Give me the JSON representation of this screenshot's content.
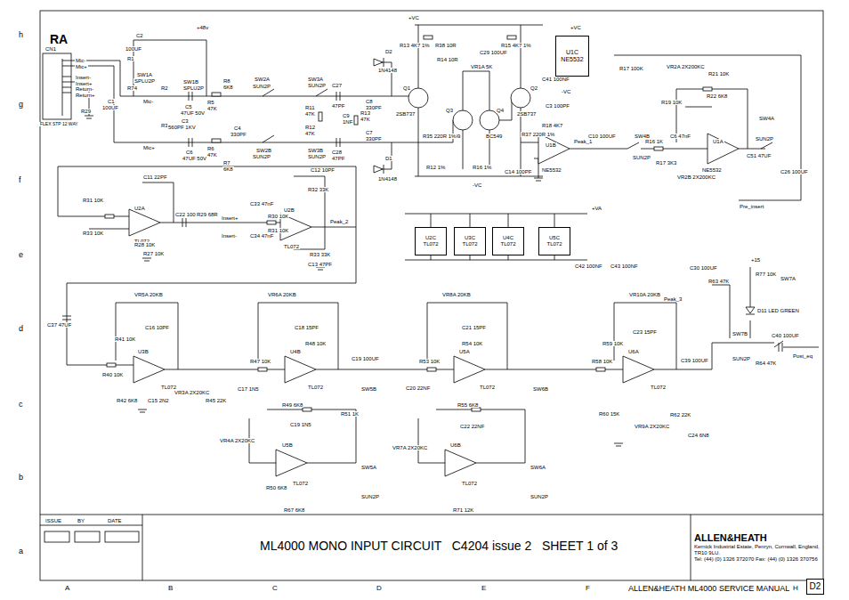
{
  "diagram": {
    "title": "ML4000 MONO INPUT CIRCUIT   C4204 issue 2   SHEET 1 of 3",
    "nodes": [
      {
        "text": [
          "U1C",
          "NE5532"
        ]
      },
      {
        "text": [
          "U2C",
          "TL072"
        ]
      },
      {
        "text": [
          "U3C",
          "TL072"
        ]
      },
      {
        "text": [
          "U4C",
          "TL072"
        ]
      },
      {
        "text": [
          "U5C",
          "TL072"
        ]
      },
      {
        "text": [
          "ALLEN&HEATH",
          "Kernick Industrial Estate, Penryn, Cornwall, England, TR10 9LU.",
          "Tel: (44) (0) 1326 372070   Fax: (44) (0) 1326 370756"
        ]
      },
      {
        "text": [
          "D2"
        ]
      }
    ],
    "labels": [
      "h",
      "g",
      "f",
      "e",
      "d",
      "c",
      "b",
      "a",
      "A",
      "B",
      "C",
      "D",
      "E",
      "F",
      "G",
      "H",
      "RA",
      "CN1",
      "Mic-",
      "Mic+",
      "Insert-",
      "Insert+",
      "Return-",
      "Return+",
      "FLEX STP 12 WAY",
      "R29",
      "C2",
      "100UF",
      "+48v",
      "SW1A",
      "SPLU2P",
      "SW1B",
      "SPLU2P",
      "R1",
      "R74",
      "C1",
      "100UF",
      "Mic-",
      "Mic+",
      "R2",
      "R3",
      "C5",
      "47UF 50V",
      "C3",
      "560PF 1KV",
      "C6",
      "47UF 50V",
      "R5",
      "47K",
      "R6",
      "47K",
      "C4",
      "330PF",
      "R8",
      "6K8",
      "R7",
      "6K8",
      "SW2A",
      "SUN2P",
      "SW2B",
      "SUN2P",
      "SW3A",
      "SUN2P",
      "SW3B",
      "SUN2P",
      "C27",
      "47PF",
      "R11",
      "47K",
      "C9",
      "1NF",
      "R12",
      "47K",
      "C28",
      "47PF",
      "R13",
      "47K",
      "C8",
      "330PF",
      "C7",
      "330PF",
      "D2",
      "1N4148",
      "D1",
      "1N4148",
      "+VC",
      "R13 4K7 1%",
      "R38 10R",
      "R14 10R",
      "VR1A 5K",
      "R15 4K7 1%",
      "C29 100UF",
      "Q1",
      "2SB737",
      "Q3",
      "BC549",
      "Q4",
      "BC549",
      "Q2",
      "2SB737",
      "R35 220R 1%",
      "R37 220R 1%",
      "R12 1%",
      "R16 1%",
      "C14 100PF",
      "-VC",
      "+VC",
      "C41 100NF",
      "-VC",
      "C3 100PF",
      "R18 4K7",
      "U1B",
      "NE5532",
      "Peak_1",
      "C10 100UF",
      "SW4B",
      "SUN2P",
      "R16 1K",
      "R17 3K3",
      "C6 47nF",
      "U1A",
      "NE5532",
      "VR2B 2X200KC",
      "VR2A 2X200KC",
      "R17 100K",
      "R21 10K",
      "R22 6K8",
      "R19 10K",
      "SW4A",
      "SUN2P",
      "C51 47UF",
      "C26 100UF",
      "Pre_insert",
      "C11 22PF",
      "R31 10K",
      "R33 10K",
      "U2A",
      "TL072",
      "C22 100UF",
      "R29 68R",
      "Insert+",
      "Insert-",
      "R28 10K",
      "R27 10K",
      "C33 47nF",
      "C34 47nF",
      "R30 10K",
      "R31 10K",
      "C12 10PF",
      "R32 33K",
      "U2B",
      "TL072",
      "R33 33K",
      "C13 47PF",
      "Peak_2",
      "+VA",
      "C42 100NF",
      "C43 100NF",
      "C37 47UF",
      "VR5A 20KB",
      "C16 10PF",
      "R41 10K",
      "R40 10K",
      "U3B",
      "TL072",
      "R42 6K8",
      "C15 2N2",
      "VR3A 2X20KC",
      "R45 22K",
      "VR6A 20KB",
      "C18 15PF",
      "R48 10K",
      "R47 10K",
      "U4B",
      "TL072",
      "C19 100UF",
      "C17 1N5",
      "SW5B",
      "VR8A 20KB",
      "C21 15PF",
      "R54 10K",
      "R53 10K",
      "U5A",
      "TL072",
      "C20 22NF",
      "SW6B",
      "VR10A 20KB",
      "C23 15PF",
      "R59 10K",
      "R58 10K",
      "U6A",
      "TL072",
      "C39 100UF",
      "R60 15K",
      "VR9A 2X20KC",
      "R62 22K",
      "C24 6N8",
      "C30 100UF",
      "R63 47K",
      "+15",
      "R77 10K",
      "SW7A",
      "D11 LED GREEN",
      "SW7B",
      "SUN2P",
      "C40 100UF",
      "Post_eq",
      "R64 47K",
      "Peak_3",
      "VR4A 2X20KC",
      "R49 6K8",
      "C19 1N5",
      "U5B",
      "TL072",
      "R50 6K8",
      "R51 1K",
      "SW5A",
      "SUN2P",
      "VR7A 2X20KC",
      "C22 22NF",
      "R55 6K8",
      "U6B",
      "TL072",
      "SW6A",
      "SUN2P",
      "R71 12K",
      "R67 6K8",
      "ISSUE",
      "BY",
      "DATE",
      "ALLEN&HEATH ML4000 SERVICE MANUAL"
    ]
  }
}
